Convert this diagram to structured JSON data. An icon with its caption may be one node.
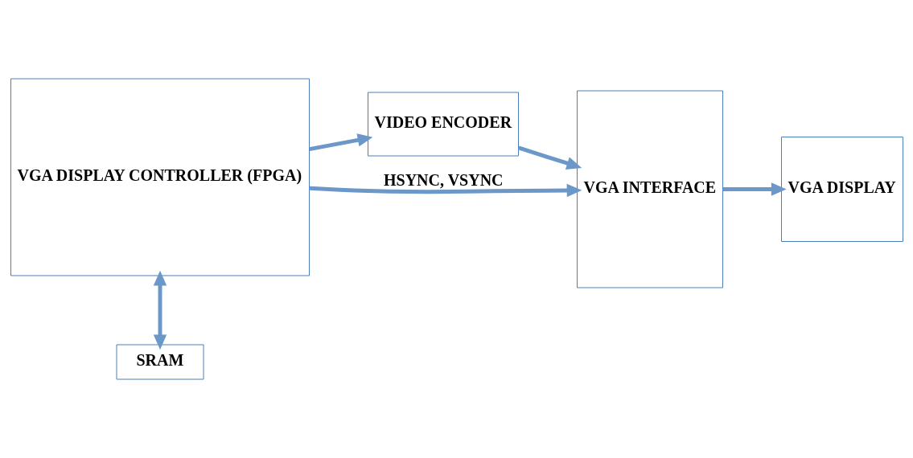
{
  "diagram": {
    "nodes": [
      {
        "text": [
          "VGA DISPLAY CONTROLLER (FPGA)"
        ]
      },
      {
        "text": [
          "VIDEO ENCODER"
        ]
      },
      {
        "text": [
          "VGA INTERFACE"
        ]
      },
      {
        "text": [
          "VGA DISPLAY"
        ]
      },
      {
        "text": [
          "SRAM"
        ]
      }
    ],
    "edges": [
      {
        "from": 0,
        "to": 1,
        "arrow": "to"
      },
      {
        "from": 1,
        "to": 2,
        "arrow": "to"
      },
      {
        "from": 0,
        "to": 2,
        "arrow": "to",
        "label": "HSYNC, VSYNC"
      },
      {
        "from": 2,
        "to": 3,
        "arrow": "to"
      },
      {
        "from": 0,
        "to": 4,
        "arrow": "both"
      }
    ]
  }
}
